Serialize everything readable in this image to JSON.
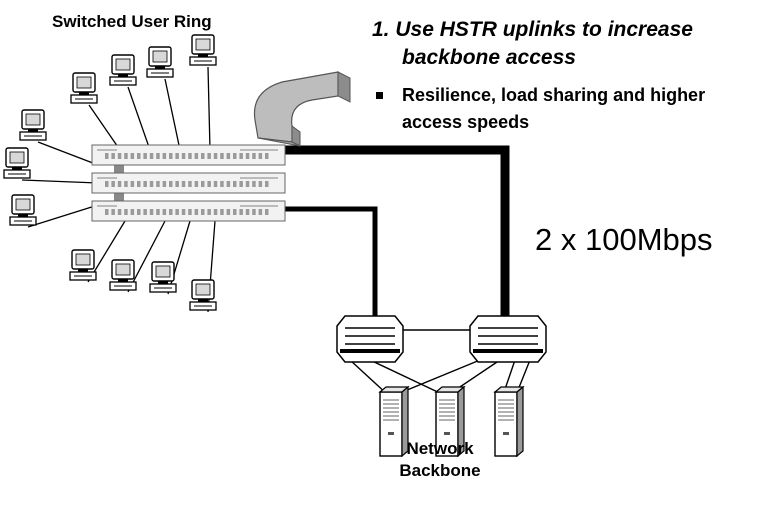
{
  "ring_title": "Switched User Ring",
  "heading_line1": "1. Use HSTR uplinks to increase",
  "heading_line2": "backbone access",
  "bullet": "Resilience, load sharing and higher access speeds",
  "link_speed": "2 x 100Mbps",
  "backbone_line1": "Network",
  "backbone_line2": "Backbone",
  "icons": [
    "pc-icon",
    "hub-stack-icon",
    "switch-icon",
    "server-icon",
    "curved-arrow-icon"
  ]
}
